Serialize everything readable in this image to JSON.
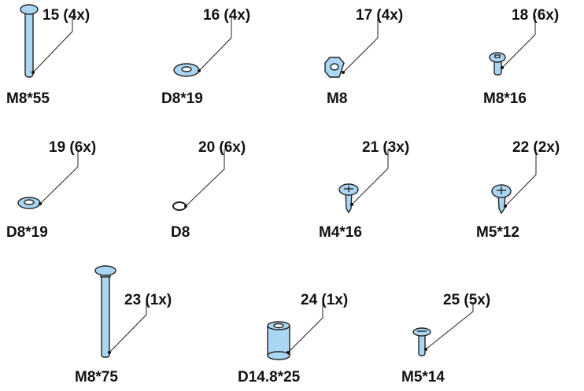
{
  "colors": {
    "part_fill": "#a9d6f2",
    "part_fill_dark": "#8cc3e6",
    "outline": "#222222",
    "text": "#111111"
  },
  "parts": [
    {
      "id": "p15",
      "callout": "15 (4x)",
      "size": "M8*55",
      "icon": "carriage-bolt-icon"
    },
    {
      "id": "p16",
      "callout": "16 (4x)",
      "size": "D8*19",
      "icon": "flat-washer-icon"
    },
    {
      "id": "p17",
      "callout": "17 (4x)",
      "size": "M8",
      "icon": "hex-nut-icon"
    },
    {
      "id": "p18",
      "callout": "18 (6x)",
      "size": "M8*16",
      "icon": "button-head-bolt-icon"
    },
    {
      "id": "p19",
      "callout": "19 (6x)",
      "size": "D8*19",
      "icon": "flat-washer-icon"
    },
    {
      "id": "p20",
      "callout": "20 (6x)",
      "size": "D8",
      "icon": "split-lock-washer-icon"
    },
    {
      "id": "p21",
      "callout": "21 (3x)",
      "size": "M4*16",
      "icon": "phillips-screw-icon"
    },
    {
      "id": "p22",
      "callout": "22 (2x)",
      "size": "M5*12",
      "icon": "phillips-screw-icon"
    },
    {
      "id": "p23",
      "callout": "23 (1x)",
      "size": "M8*75",
      "icon": "carriage-bolt-icon"
    },
    {
      "id": "p24",
      "callout": "24 (1x)",
      "size": "D14.8*25",
      "icon": "spacer-sleeve-icon"
    },
    {
      "id": "p25",
      "callout": "25 (5x)",
      "size": "M5*14",
      "icon": "phillips-screw-icon"
    }
  ]
}
